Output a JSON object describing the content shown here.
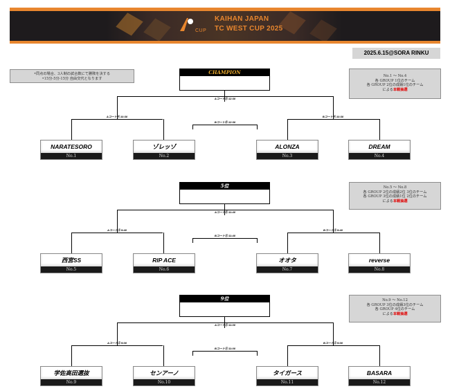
{
  "header": {
    "title_line1": "KAIHAN JAPAN",
    "title_line2": "TC WEST CUP 2025",
    "logo_cup": "CUP",
    "date_venue": "2025.6.15@SORA RINKU"
  },
  "rules_note": {
    "line1": "•同点の場合、3人制の試合数にて勝敗を決する",
    "line2": "•15分-5分-15分 自由交代となります"
  },
  "brackets": [
    {
      "title": "CHAMPION",
      "final_court": "Aコート⑤ 12:30",
      "semi_left_court": "Aコート④ 10:30",
      "semi_mid_court": "Bコート⑥ 12:30",
      "semi_right_court": "Bコート④ 10:30",
      "note": {
        "l1": "No.1 〜 No.4",
        "l2": "各 GROUP 1位のチーム",
        "l3": "各 GROUP 2位の成績1位のチーム",
        "l4a": "による",
        "l4b": "本戦抽選"
      },
      "teams": [
        {
          "name": "NARATESORO",
          "no": "No.1"
        },
        {
          "name": "ゾレッゾ",
          "no": "No.2"
        },
        {
          "name": "ALONZA",
          "no": "No.3"
        },
        {
          "name": "DREAM",
          "no": "No.4"
        }
      ]
    },
    {
      "title": "5位",
      "final_court": "Aコート⑥ 11:40",
      "semi_left_court": "Aコート③ 9:40",
      "semi_mid_court": "Bコート⑤ 11:40",
      "semi_right_court": "Bコート③ 9:40",
      "note": {
        "l1": "No.5 〜 No.8",
        "l2": "各 GROUP 2位の成績2位 3位のチーム",
        "l3": "各 GROUP 3位の成績1位 2位のチーム",
        "l4a": "による",
        "l4b": "本戦抽選"
      },
      "teams": [
        {
          "name": "西宮SS",
          "no": "No.5"
        },
        {
          "name": "RIP ACE",
          "no": "No.6"
        },
        {
          "name": "オオタ",
          "no": "No.7"
        },
        {
          "name": "reverse",
          "no": "No.8"
        }
      ]
    },
    {
      "title": "9位",
      "final_court": "Aコート⑤ 11:00",
      "semi_left_court": "Aコート② 9:00",
      "semi_mid_court": "Bコート⑤ 11:00",
      "semi_right_court": "Bコート② 9:00",
      "note": {
        "l1": "No.9 〜 No.12",
        "l2": "各 GROUP 3位の成績3位のチーム",
        "l3": "各 GROUP 4位のチーム",
        "l4a": "による",
        "l4b": "本戦抽選"
      },
      "teams": [
        {
          "name": "学佐高田選抜",
          "no": "No.9"
        },
        {
          "name": "センアーノ",
          "no": "No.10"
        },
        {
          "name": "タイガース",
          "no": "No.11"
        },
        {
          "name": "BASARA",
          "no": "No.12"
        }
      ]
    }
  ]
}
